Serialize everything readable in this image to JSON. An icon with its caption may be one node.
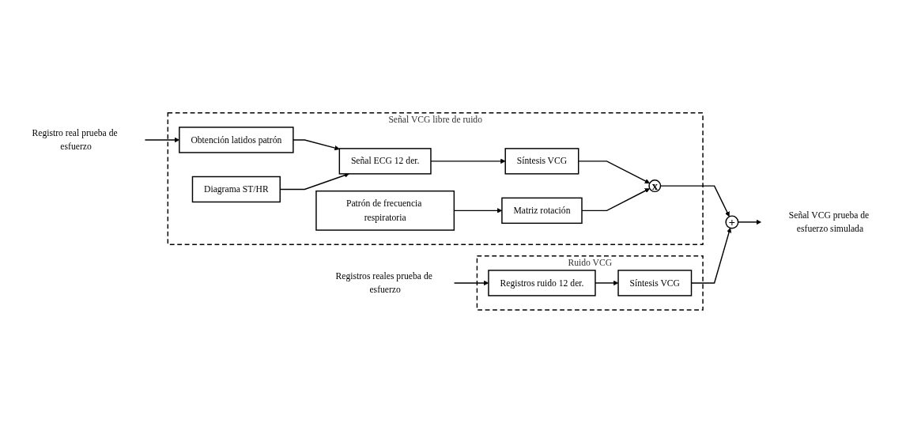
{
  "diagram": {
    "nodes": [
      {
        "text": [
          "Señal VCG libre de ruido"
        ]
      },
      {
        "text": [
          "Registro real prueba de esfuerzo"
        ]
      },
      {
        "text": [
          "Obtención latidos patrón"
        ],
        "in": 0
      },
      {
        "text": [
          "Señal ECG 12 der."
        ],
        "in": 0
      },
      {
        "text": [
          "Diagrama ST/HR"
        ],
        "in": 0
      },
      {
        "text": [
          "Síntesis VCG"
        ],
        "in": 0
      },
      {
        "text": [
          "x"
        ],
        "in": 0
      },
      {
        "text": [
          "Matriz rotación"
        ],
        "in": 0
      },
      {
        "text": [
          "Patrón de frecuencia respiratoria"
        ],
        "in": 0
      },
      {
        "text": [
          "+"
        ]
      },
      {
        "text": [
          "Señal VCG prueba de esfuerzo simulada"
        ]
      },
      {
        "text": [
          "Ruido VCG"
        ]
      },
      {
        "text": [
          "Síntesis VCG"
        ],
        "in": 11
      },
      {
        "text": [
          "Registros ruido 12 der."
        ],
        "in": 11
      },
      {
        "text": [
          "Registros reales prueba de esfuerzo"
        ]
      }
    ],
    "edges": [
      {
        "from": 1,
        "to": 2,
        "arrow": "to"
      },
      {
        "from": 2,
        "to": 3,
        "arrow": "to"
      },
      {
        "from": 4,
        "to": 3,
        "arrow": "to"
      },
      {
        "from": 3,
        "to": 5,
        "arrow": "to"
      },
      {
        "from": 5,
        "to": 6,
        "arrow": "to"
      },
      {
        "from": 8,
        "to": 7,
        "arrow": "to"
      },
      {
        "from": 7,
        "to": 6,
        "arrow": "to"
      },
      {
        "from": 6,
        "to": 9,
        "arrow": "to"
      },
      {
        "from": 12,
        "to": 9,
        "arrow": "to"
      },
      {
        "from": 9,
        "to": 10,
        "arrow": "to"
      },
      {
        "from": 13,
        "to": 12,
        "arrow": "to"
      },
      {
        "from": 14,
        "to": 13,
        "arrow": "to"
      }
    ]
  }
}
